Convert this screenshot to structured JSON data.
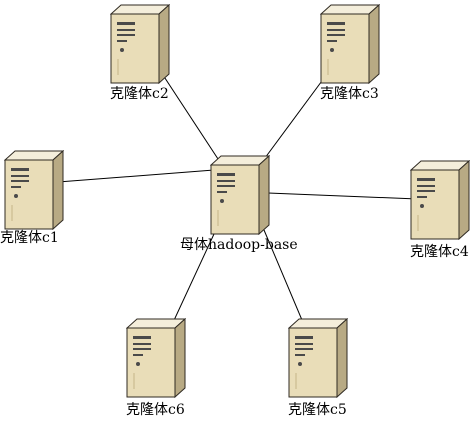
{
  "colors": {
    "line": "#000000",
    "case_front": "#E9DDB8",
    "case_side": "#B8AA84",
    "case_top": "#F4EEDB",
    "case_edge": "#2F2A22",
    "slot": "#4A4A4A"
  },
  "icon": "server-tower-icon",
  "nodes": [
    {
      "id": "mother",
      "label": "母体hadoop-base"
    },
    {
      "id": "c1",
      "label": "克隆体c1"
    },
    {
      "id": "c2",
      "label": "克隆体c2"
    },
    {
      "id": "c3",
      "label": "克隆体c3"
    },
    {
      "id": "c4",
      "label": "克隆体c4"
    },
    {
      "id": "c5",
      "label": "克隆体c5"
    },
    {
      "id": "c6",
      "label": "克隆体c6"
    }
  ],
  "edges": [
    {
      "from": "mother",
      "to": "c1"
    },
    {
      "from": "mother",
      "to": "c2"
    },
    {
      "from": "mother",
      "to": "c3"
    },
    {
      "from": "mother",
      "to": "c4"
    },
    {
      "from": "mother",
      "to": "c5"
    },
    {
      "from": "mother",
      "to": "c6"
    }
  ]
}
